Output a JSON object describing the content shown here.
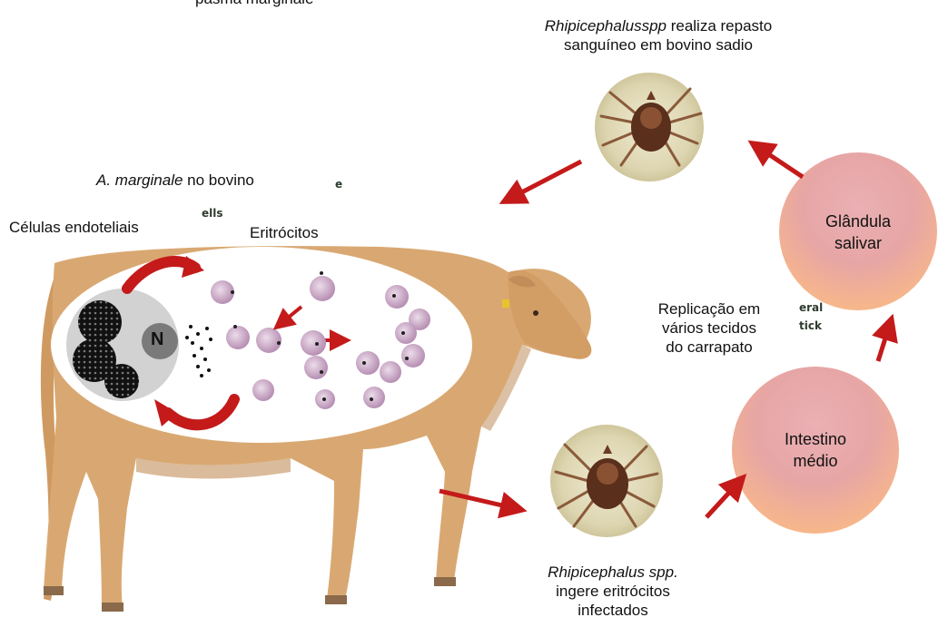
{
  "labels": {
    "top_cut": "pasma marginale",
    "tick_top_italic": "Rhipicephalusspp",
    "tick_top_rest": " realiza repasto",
    "tick_top_line2": "sanguíneo em bovino sadio",
    "cattle_italic": "A. marginale",
    "cattle_rest": " no bovino",
    "endothelial": "Células endoteliais",
    "erythrocytes": "Eritrócitos",
    "nucleus": "N",
    "replication_l1": "Replicação em",
    "replication_l2": "vários tecidos",
    "replication_l3": "do carrapato",
    "tick_bottom_italic": "Rhipicephalus spp.",
    "tick_bottom_l2": "ingere eritrócitos",
    "tick_bottom_l3": "infectados"
  },
  "stages": {
    "salivary": {
      "line1": "Glândula",
      "line2": "salivar"
    },
    "midgut": {
      "line1": "Intestino",
      "line2": "médio"
    }
  },
  "fragments": {
    "e": "e",
    "ells": "ells",
    "eral": "eral",
    "tick": "tick"
  },
  "colors": {
    "arrow": "#c41a1a",
    "stage_fill_top": "#e3a2aa",
    "stage_fill_bottom": "#f6b489",
    "cow_body": "#d9a872",
    "cell_gray": "#d2d2d2",
    "erythrocyte": "#c9a6c6"
  }
}
